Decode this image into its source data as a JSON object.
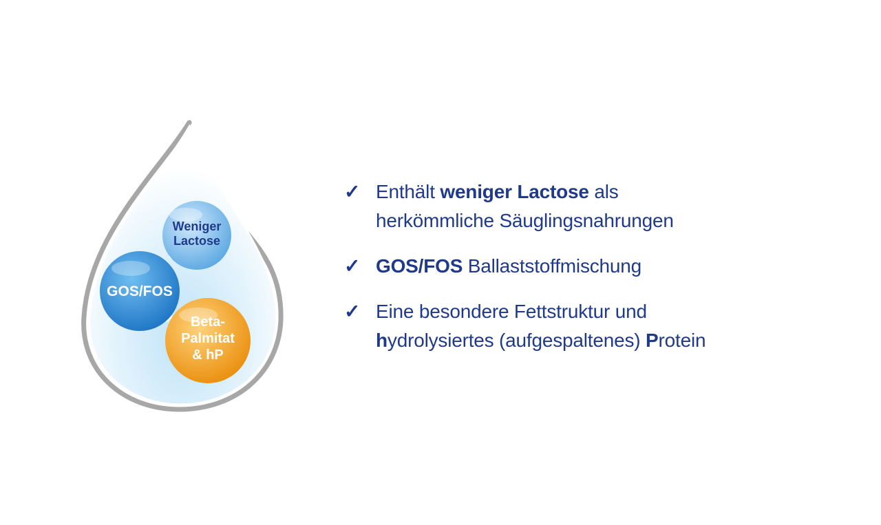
{
  "graphic": {
    "bubbles": [
      {
        "id": "lactose",
        "lines": [
          "Weniger",
          "Lactose"
        ],
        "color": "#6fb4e8"
      },
      {
        "id": "gosfos",
        "lines": [
          "GOS/FOS"
        ],
        "color": "#2f8fd8"
      },
      {
        "id": "beta",
        "lines": [
          "Beta-",
          "Palmitat",
          "& hP"
        ],
        "color": "#f2a21c"
      }
    ]
  },
  "benefits": [
    {
      "check": "✓",
      "lines": [
        [
          {
            "text": "Enthält ",
            "bold": false
          },
          {
            "text": "weniger Lactose",
            "bold": true
          },
          {
            "text": " als",
            "bold": false
          }
        ],
        [
          {
            "text": "herkömmliche Säuglingsnahrungen",
            "bold": false
          }
        ]
      ]
    },
    {
      "check": "✓",
      "lines": [
        [
          {
            "text": "GOS/FOS",
            "bold": true
          },
          {
            "text": " Ballaststoffmischung",
            "bold": false
          }
        ]
      ]
    },
    {
      "check": "✓",
      "lines": [
        [
          {
            "text": "Eine besondere Fettstruktur und",
            "bold": false
          }
        ],
        [
          {
            "text": "h",
            "bold": true
          },
          {
            "text": "ydrolysiertes (aufgespaltenes) ",
            "bold": false
          },
          {
            "text": "P",
            "bold": true
          },
          {
            "text": "rotein",
            "bold": false
          }
        ]
      ]
    }
  ]
}
